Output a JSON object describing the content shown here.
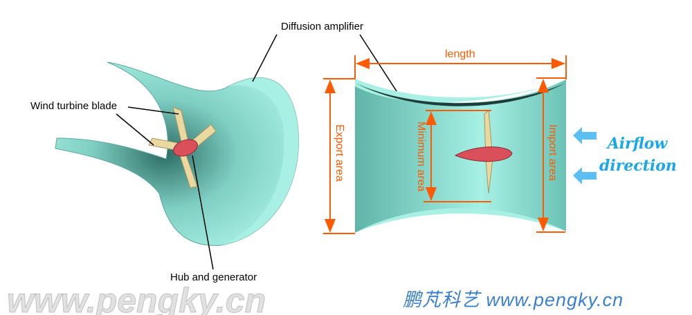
{
  "labels": {
    "diffusion_amplifier": "Diffusion amplifier",
    "wind_turbine_blade": "Wind turbine blade",
    "hub_and_generator": "Hub and generator"
  },
  "dimensions": {
    "length": "length",
    "export_area": "Export area",
    "minimum_area": "Minimum area",
    "import_area": "Import area"
  },
  "airflow": {
    "line1": "Airflow",
    "line2": "direction"
  },
  "watermark": "www.pengky.cn",
  "footer": "鹏芃科艺 www.pengky.cn",
  "colors": {
    "shell": "#8fe0d4",
    "dimension": "#ff5a00",
    "airflow": "#1aa7e8",
    "hub": "#d9505a",
    "blade": "#e9d9a0",
    "footer": "#3a7fd0"
  }
}
